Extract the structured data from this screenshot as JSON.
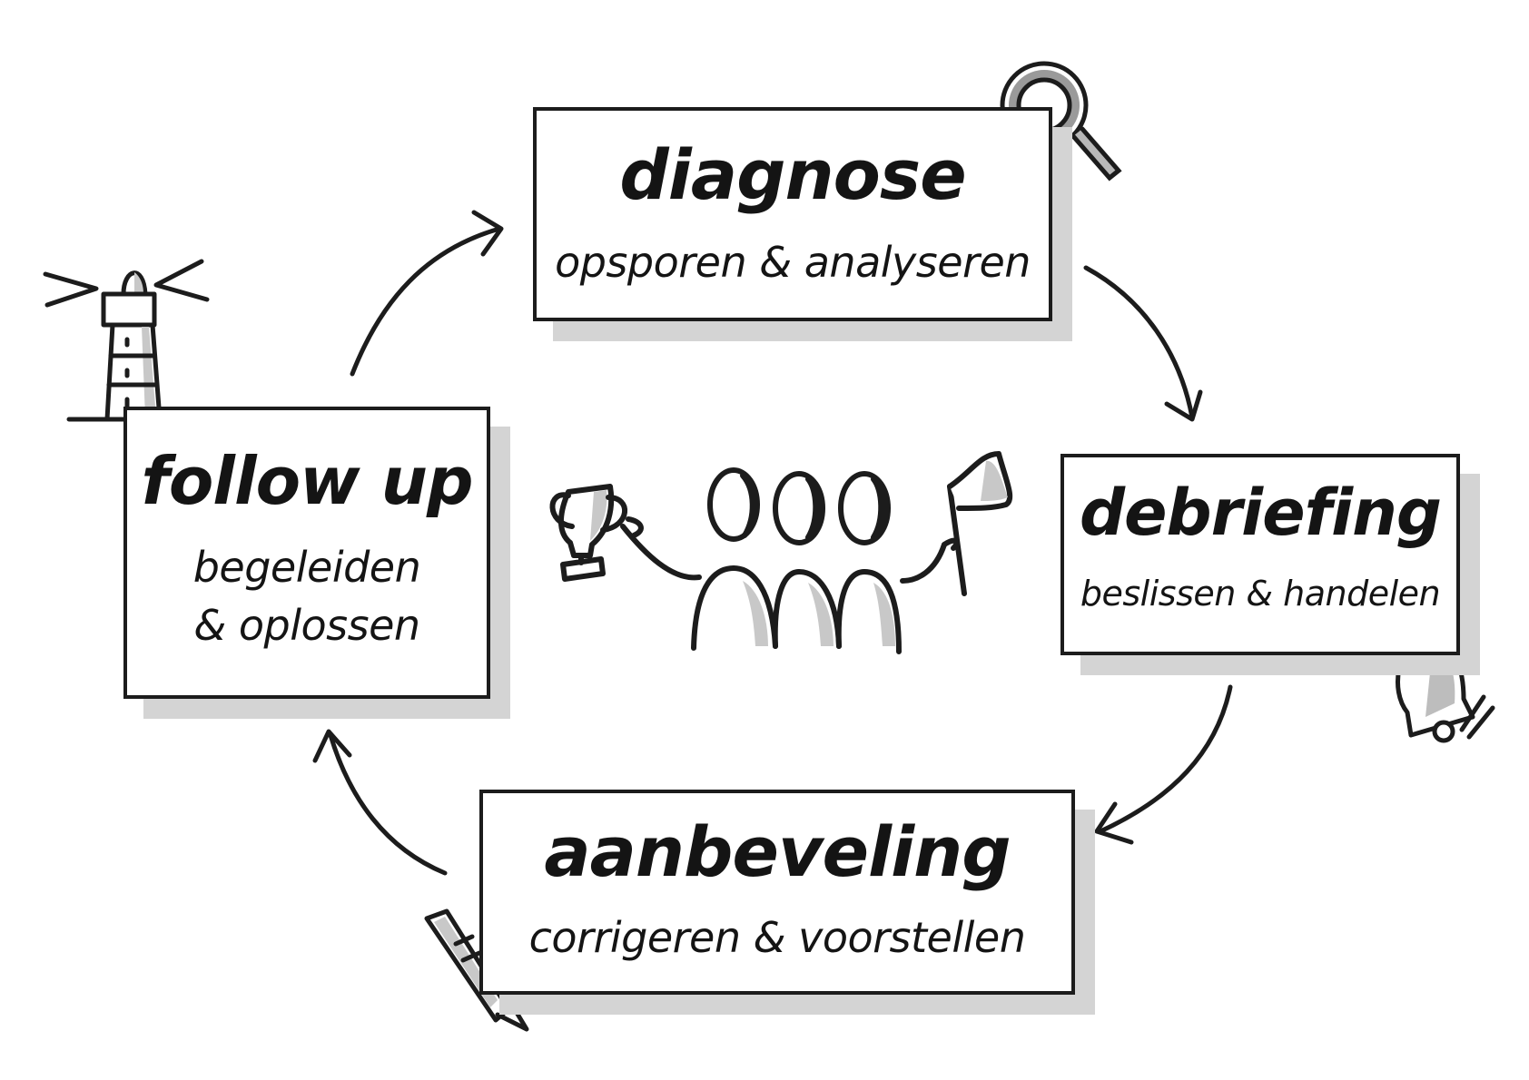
{
  "cycle": {
    "steps": [
      {
        "title": "diagnose",
        "subtitle": "opsporen & analyseren",
        "icon": "magnifier-icon"
      },
      {
        "title": "debriefing",
        "subtitle": "beslissen & handelen",
        "icon": "bell-icon"
      },
      {
        "title": "aanbeveling",
        "subtitle": "corrigeren & voorstellen",
        "icon": "pen-icon"
      },
      {
        "title": "follow up",
        "subtitle_line1": "begeleiden",
        "subtitle_line2": "& oplossen",
        "icon": "lighthouse-icon"
      }
    ],
    "center_icon": "team-celebration-icon",
    "colors": {
      "ink": "#1c1c1c",
      "shadow": "#d4d4d4",
      "fill": "#c8c8c8"
    }
  }
}
